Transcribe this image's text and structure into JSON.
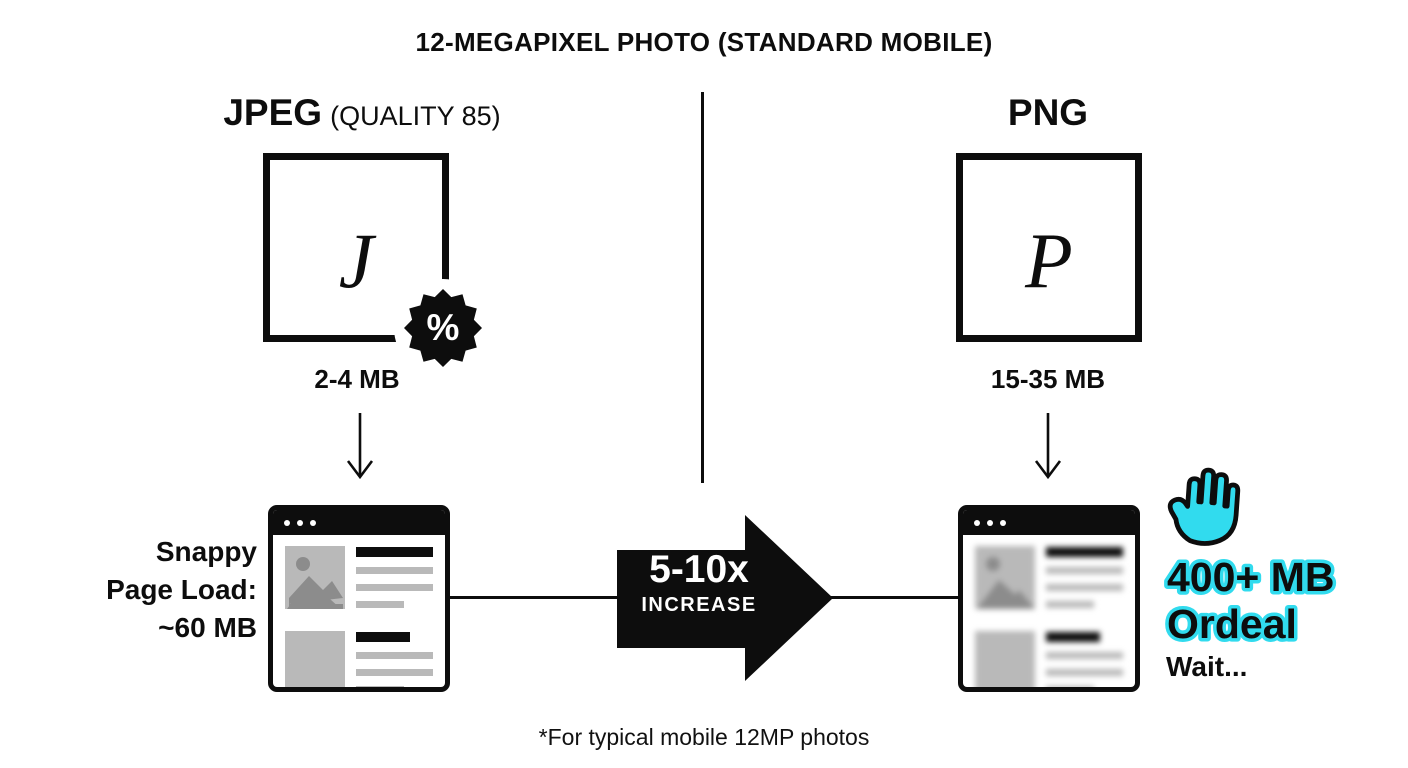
{
  "title": "12-MEGAPIXEL PHOTO (STANDARD MOBILE)",
  "jpeg": {
    "heading": "JPEG",
    "heading_qualifier": "(QUALITY 85)",
    "file_letter": "J",
    "badge_symbol": "%",
    "size_label": "2-4 MB",
    "result_lines": [
      "Snappy",
      "Page Load:",
      "~60 MB"
    ]
  },
  "png": {
    "heading": "PNG",
    "file_letter": "P",
    "size_label": "15-35 MB",
    "result_title": "400+ MB",
    "result_word": "Ordeal",
    "result_caption": "Wait..."
  },
  "increase_arrow": {
    "value": "5-10x",
    "label": "INCREASE"
  },
  "footnote": "*For typical mobile 12MP photos",
  "colors": {
    "accent_cyan": "#31dbee",
    "ink_black": "#0d0d0d",
    "placeholder_gray": "#b9b9b9"
  }
}
